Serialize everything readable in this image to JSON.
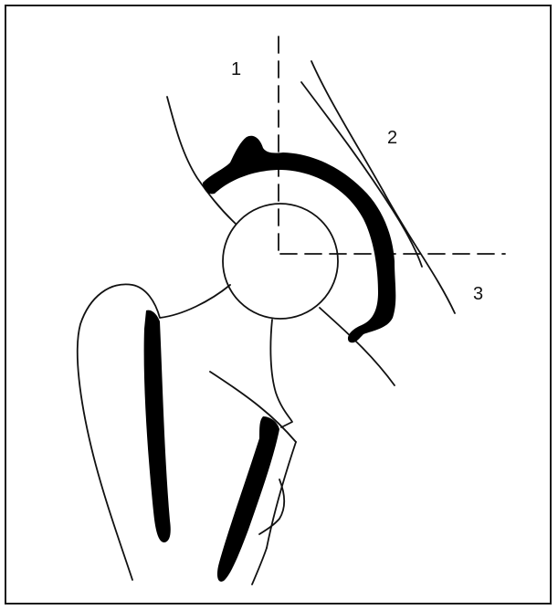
{
  "diagram": {
    "zones": [
      {
        "label": "1"
      },
      {
        "label": "2"
      },
      {
        "label": "3"
      }
    ],
    "colors": {
      "outline": "#111111",
      "fill": "#000000",
      "background": "#ffffff"
    }
  }
}
